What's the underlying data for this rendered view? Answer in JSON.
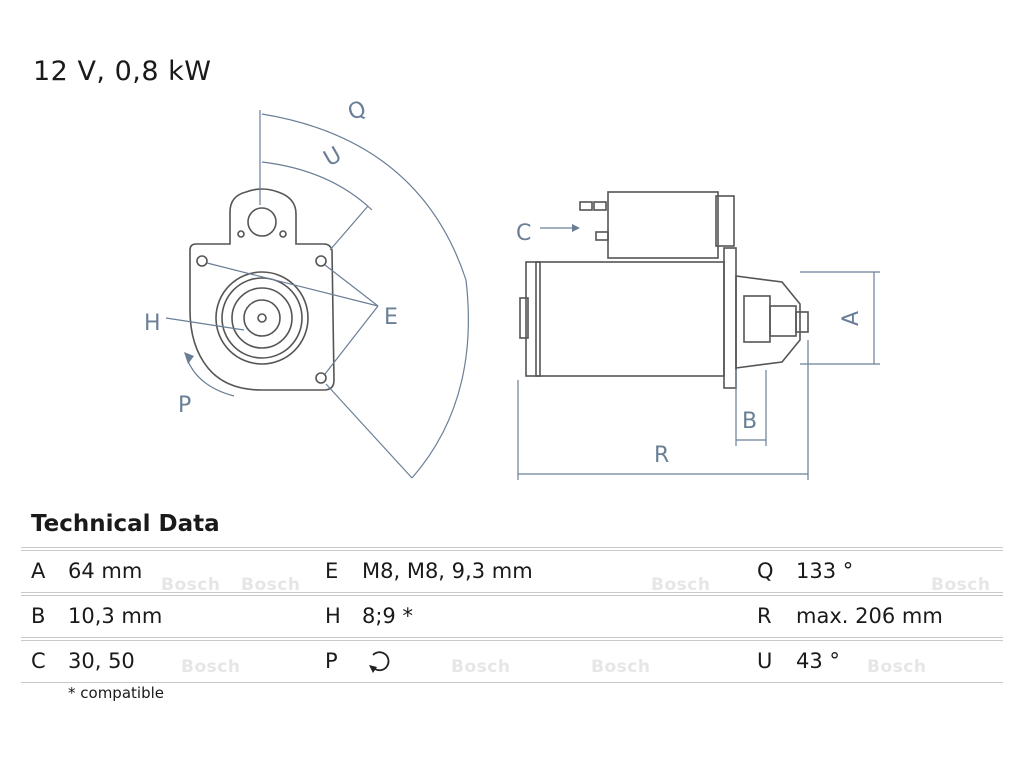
{
  "heading": "12 V, 0,8 kW",
  "diagram_labels": {
    "q": "Q",
    "u": "U",
    "e": "E",
    "h": "H",
    "p": "P",
    "c": "C",
    "a": "A",
    "b": "B",
    "r": "R"
  },
  "technical_title": "Technical Data",
  "rows": [
    [
      {
        "key": "A",
        "value": "64 mm"
      },
      {
        "key": "E",
        "value": "M8, M8, 9,3 mm"
      },
      {
        "key": "Q",
        "value": "133 °"
      }
    ],
    [
      {
        "key": "B",
        "value": "10,3 mm"
      },
      {
        "key": "H",
        "value": "8;9 *"
      },
      {
        "key": "R",
        "value": "max. 206 mm"
      }
    ],
    [
      {
        "key": "C",
        "value": "30, 50"
      },
      {
        "key": "P",
        "value": "",
        "icon": "rotation-ccw-icon"
      },
      {
        "key": "U",
        "value": "43 °"
      }
    ]
  ],
  "footnote": "* compatible",
  "watermark": "Bosch"
}
